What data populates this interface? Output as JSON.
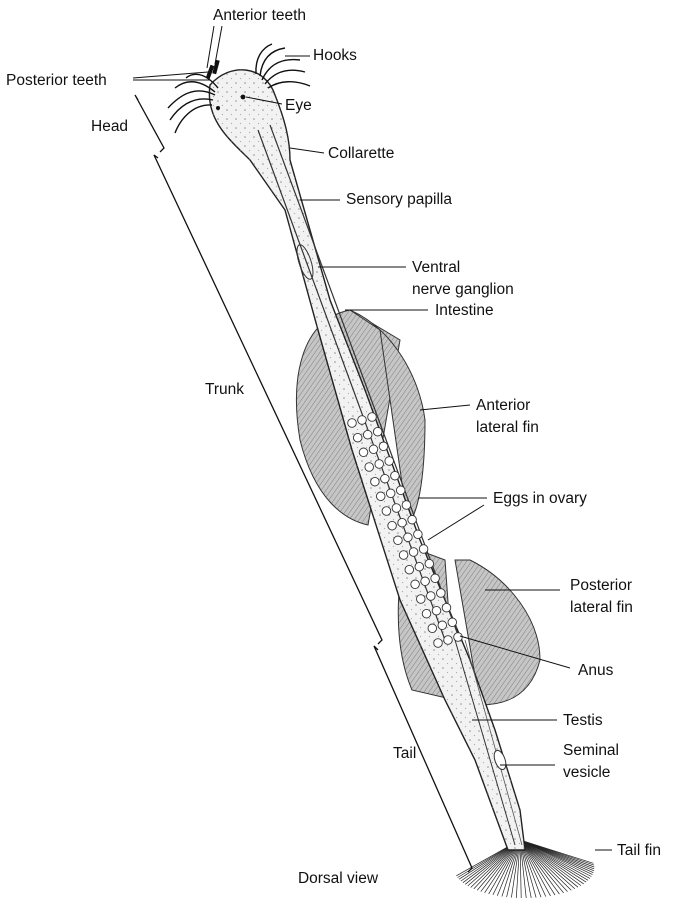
{
  "labels": {
    "anterior_teeth": "Anterior teeth",
    "posterior_teeth": "Posterior teeth",
    "hooks": "Hooks",
    "eye": "Eye",
    "head": "Head",
    "collarette": "Collarette",
    "sensory_papilla": "Sensory papilla",
    "ventral_nerve_ganglion_1": "Ventral",
    "ventral_nerve_ganglion_2": "nerve ganglion",
    "intestine": "Intestine",
    "trunk": "Trunk",
    "anterior_lateral_fin_1": "Anterior",
    "anterior_lateral_fin_2": "lateral fin",
    "eggs_in_ovary": "Eggs in ovary",
    "posterior_lateral_fin_1": "Posterior",
    "posterior_lateral_fin_2": "lateral fin",
    "anus": "Anus",
    "testis": "Testis",
    "seminal_vesicle_1": "Seminal",
    "seminal_vesicle_2": "vesicle",
    "tail": "Tail",
    "tail_fin": "Tail fin"
  },
  "caption": "Dorsal view",
  "colors": {
    "ink": "#111111",
    "body_fill": "#f2f2f2",
    "fin_fill": "#bdbdbd"
  }
}
